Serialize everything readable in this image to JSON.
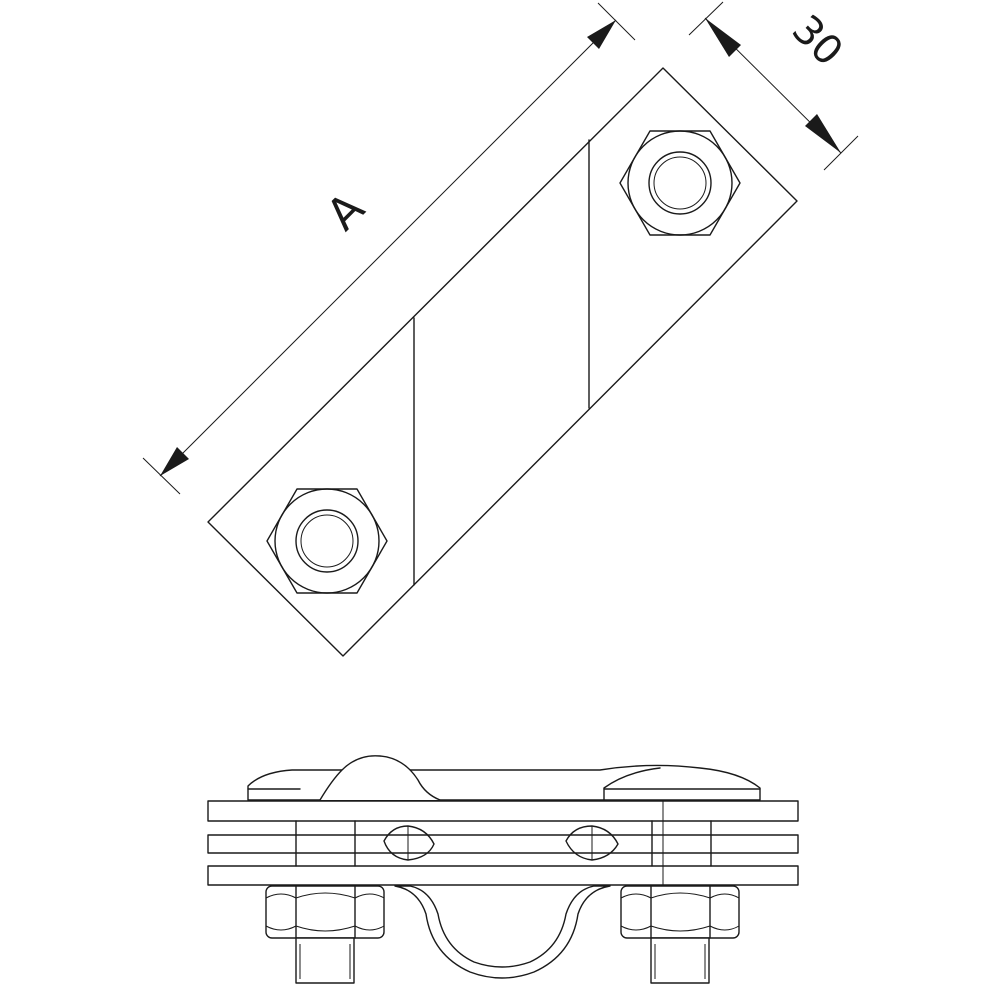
{
  "dimensions": {
    "length_label": "A",
    "width_label": "30"
  },
  "views": {
    "top_view": {
      "bolts": 2
    },
    "side_view": {
      "plates": 3,
      "nuts": 2
    }
  },
  "colors": {
    "line": "#1a1a1a",
    "background": "#ffffff"
  }
}
